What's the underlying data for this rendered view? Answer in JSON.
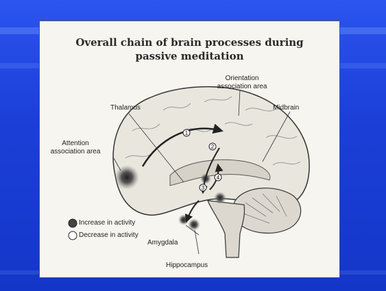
{
  "diagram": {
    "title_line1": "Overall chain of brain processes during",
    "title_line2": "passive meditation",
    "labels": {
      "orientation_line1": "Orientation",
      "orientation_line2": "association area",
      "thalamus": "Thalamus",
      "midbrain": "Midbrain",
      "attention_line1": "Attention",
      "attention_line2": "association area",
      "amygdala": "Amygdala",
      "hippocampus": "Hippocampus"
    },
    "steps": [
      "1",
      "2",
      "3",
      "4"
    ],
    "legend": {
      "increase": "Increase in activity",
      "decrease": "Decrease in activity"
    }
  },
  "colors": {
    "slide_blue": "#1b3fd6",
    "panel": "#f7f5ef",
    "brain_fill": "#e9e6de",
    "activity_dark": "#3a3a3a"
  }
}
